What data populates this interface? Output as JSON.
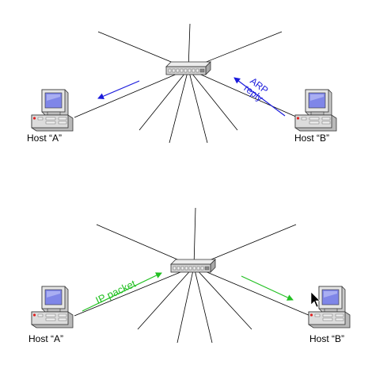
{
  "top_scene": {
    "host_a_label": "Host “A”",
    "host_b_label": "Host “B”",
    "arrow_label_line1": "ARP",
    "arrow_label_line2": "reply",
    "arrow_color": "#1a1adc",
    "hub_icon": "network-hub-icon",
    "computer_icon": "desktop-computer-icon"
  },
  "bottom_scene": {
    "host_a_label": "Host “A”",
    "host_b_label": "Host “B”",
    "arrow_label": "IP packet",
    "arrow_color": "#22c022",
    "hub_icon": "network-hub-icon",
    "computer_icon": "desktop-computer-icon",
    "cursor_icon": "mouse-pointer-icon"
  },
  "colors": {
    "cable": "#000000",
    "hub_body": "#d8d8d8",
    "screen": "#7f86e8",
    "computer_body": "#dcdcdc"
  }
}
